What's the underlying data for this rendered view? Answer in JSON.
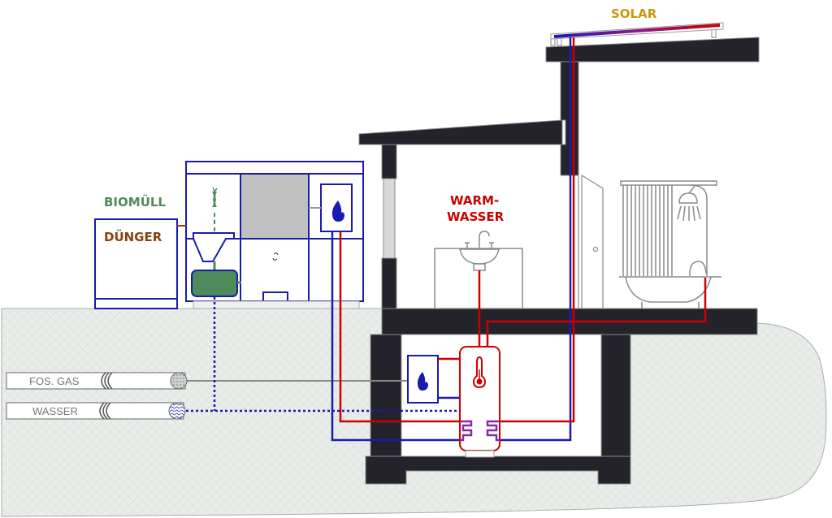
{
  "title": "Haustechnik Schema: Biogas, Solar und Warmwasser",
  "colors": {
    "hot": "#cc0000",
    "cold": "#1a1ab0",
    "biogas_green": "#4f8a5a",
    "fertilizer_brown": "#8b3f0e",
    "solar_gold": "#c9980c",
    "wall": "#24232b",
    "ground": "#e8ece8",
    "gray_line": "#888888",
    "mixed": "#8a2aa0"
  },
  "labels": {
    "solar": "SOLAR",
    "biomuell": "BIOMÜLL",
    "duenger": "DÜNGER",
    "warmwasser_line1": "WARM-",
    "warmwasser_line2": "WASSER",
    "fos_gas": "FOS. GAS",
    "wasser": "WASSER"
  },
  "icons": {
    "biogas_flame": "flame-icon",
    "boiler_flame": "flame-icon",
    "thermometer": "thermometer-icon",
    "apple_core": "apple-core-icon",
    "stir": "stir-icon",
    "shower": "shower-icon",
    "sink": "sink-icon",
    "bathtub": "bathtub-icon",
    "door": "door-icon"
  }
}
